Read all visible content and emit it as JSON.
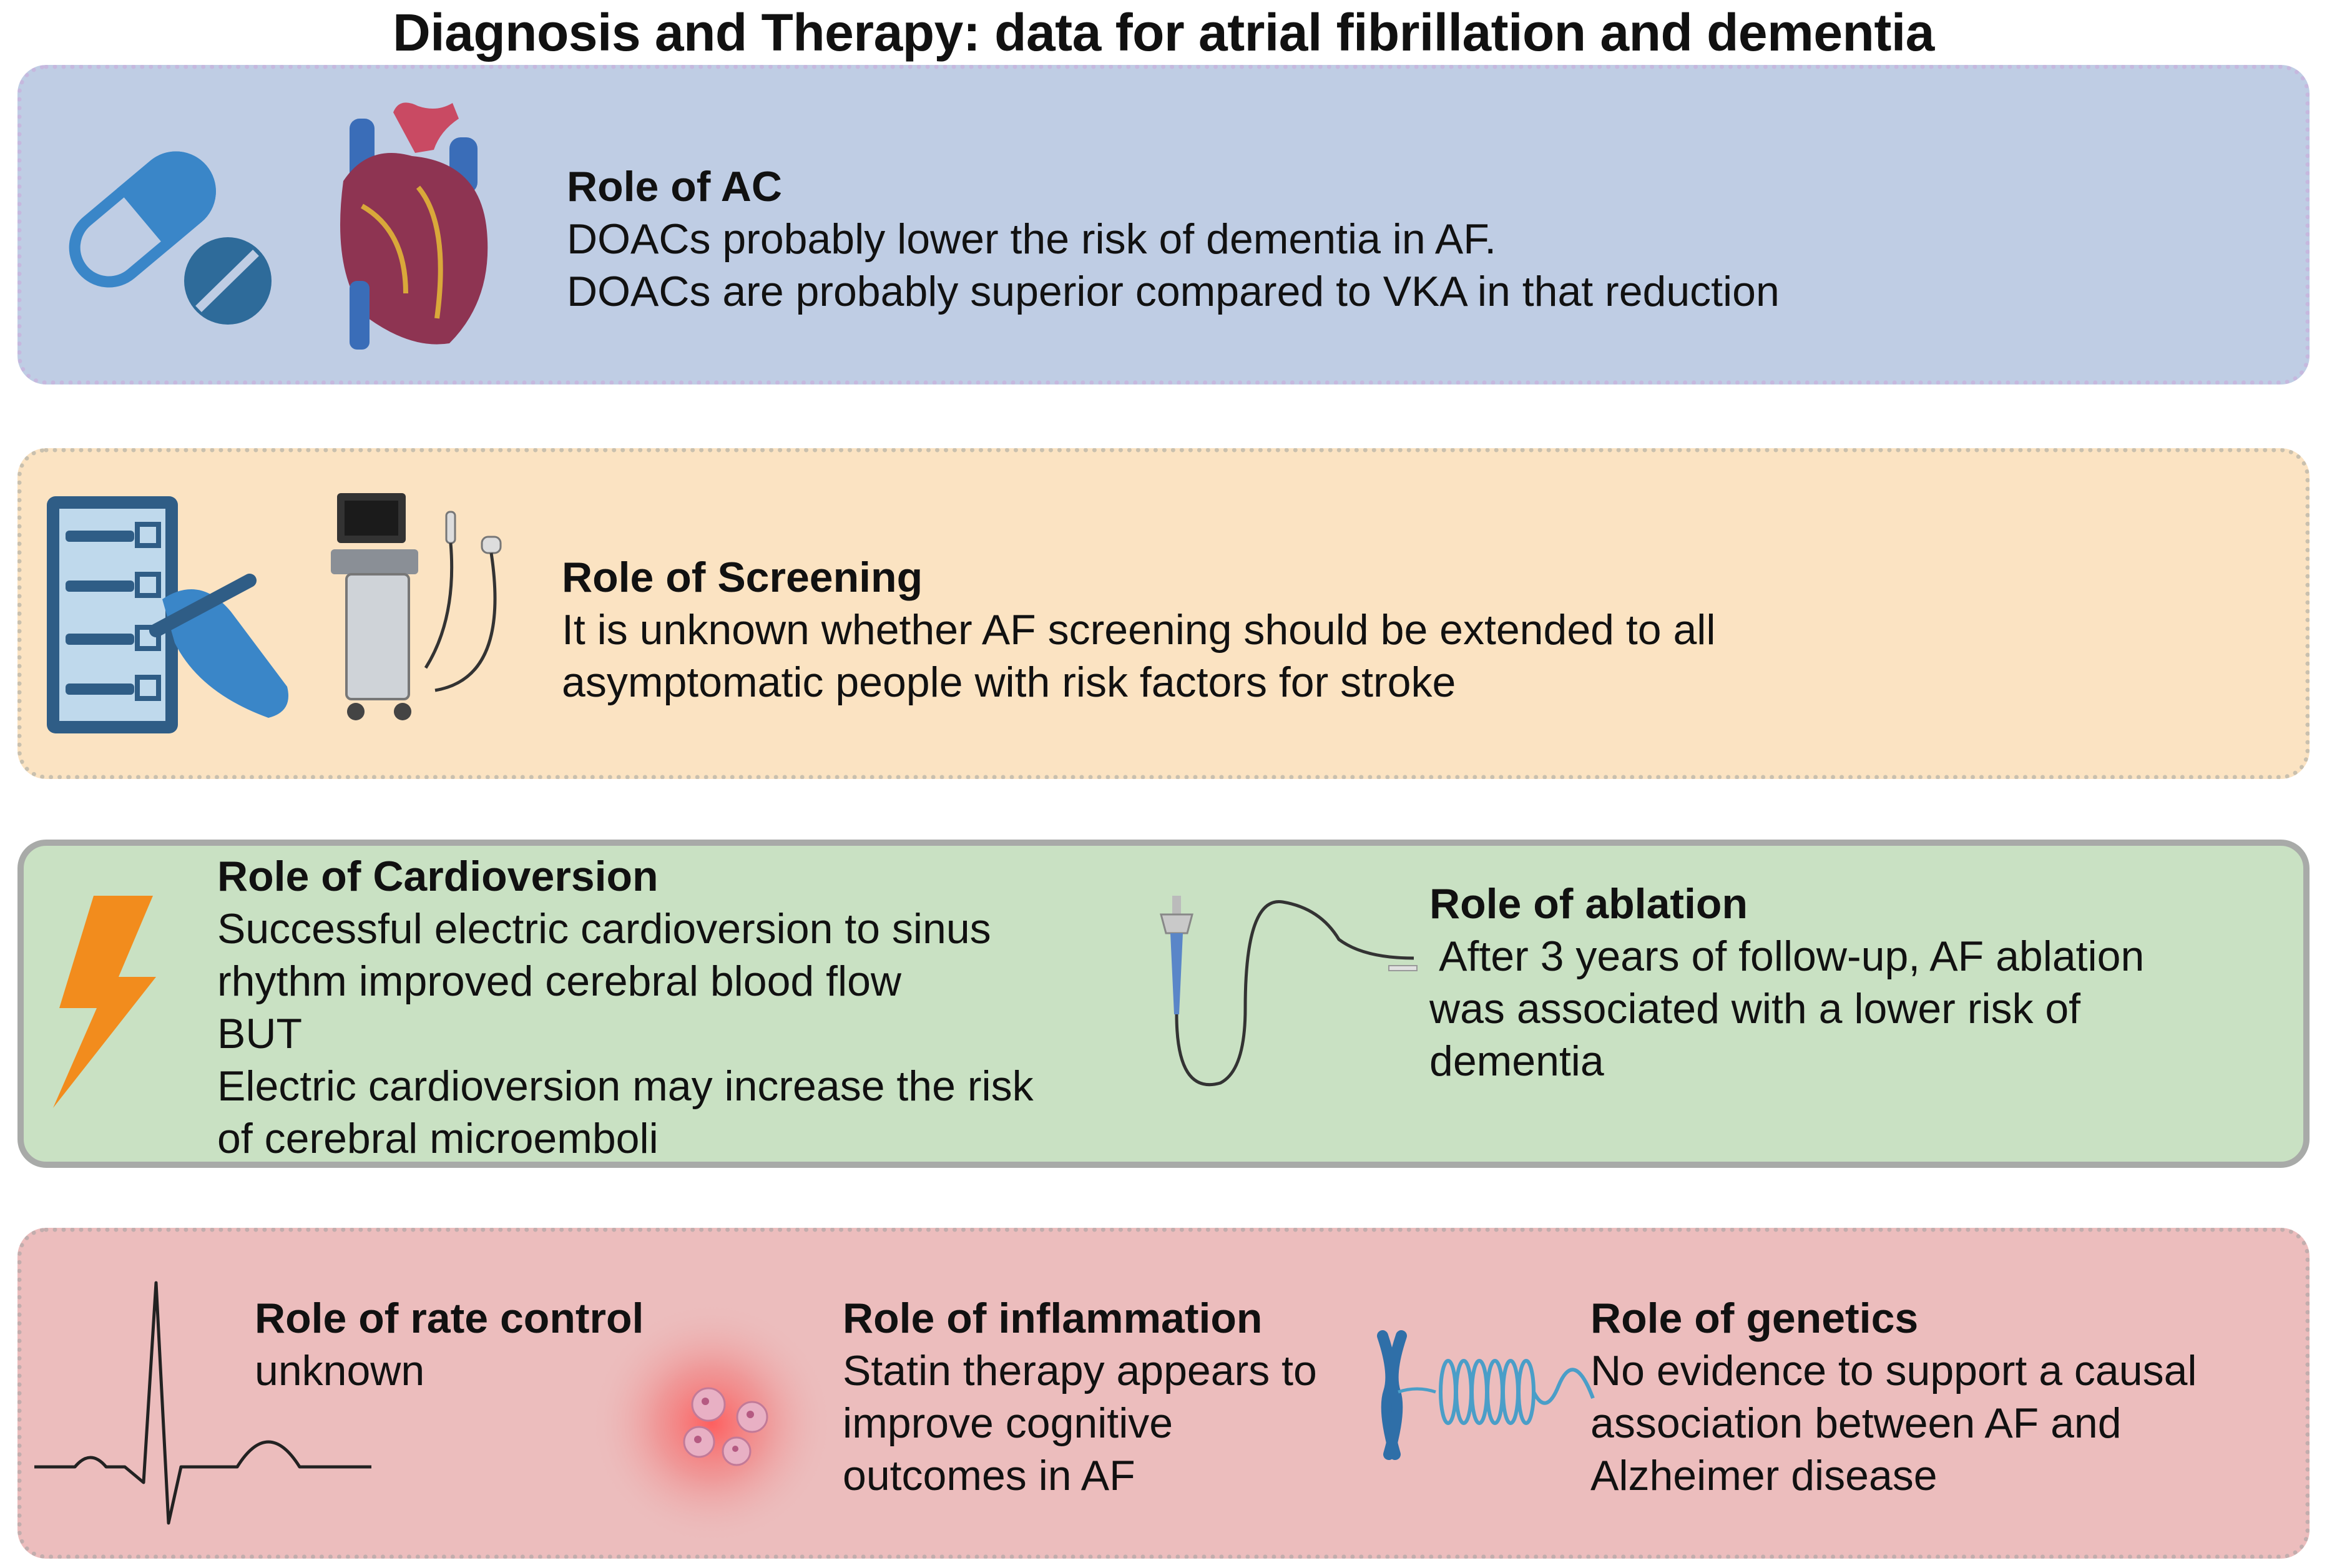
{
  "title": "Diagnosis and Therapy: data for atrial fibrillation and dementia",
  "colors": {
    "panel_ac": "#bfcde4",
    "panel_screening": "#fbe3c2",
    "panel_cardioversion": "#c9e1c3",
    "panel_rate": "#ecbdbd",
    "icon_blue": "#3a86c8",
    "bolt_orange": "#f28c1d"
  },
  "panels": {
    "ac": {
      "heading": "Role of AC",
      "lines": [
        "DOACs probably lower the risk of dementia in AF.",
        "DOACs are probably superior compared to VKA in that reduction"
      ],
      "icons": [
        "pill-icon",
        "heart-icon"
      ]
    },
    "screening": {
      "heading": "Role of Screening",
      "lines": [
        "It is unknown whether AF screening should be extended to all",
        "asymptomatic people with risk factors for stroke"
      ],
      "icons": [
        "checklist-icon",
        "ultrasound-machine-icon"
      ]
    },
    "cardioversion": {
      "heading": "Role of Cardioversion",
      "lines": [
        "Successful electric cardioversion to sinus",
        "rhythm improved cerebral blood flow",
        "BUT",
        "Electric cardioversion may increase the risk",
        "of cerebral microemboli"
      ],
      "icons": [
        "lightning-bolt-icon"
      ]
    },
    "ablation": {
      "heading": "Role of ablation",
      "lines": [
        " After 3 years of follow-up, AF ablation",
        "was associated with a lower risk of",
        "dementia"
      ],
      "icons": [
        "ablation-catheter-icon"
      ]
    },
    "rate_control": {
      "heading": "Role of rate control",
      "lines": [
        "unknown"
      ],
      "icons": [
        "ecg-trace-icon"
      ]
    },
    "inflammation": {
      "heading": "Role of inflammation",
      "lines": [
        "Statin therapy appears to",
        "improve cognitive",
        "outcomes in AF"
      ],
      "icons": [
        "inflamed-cells-icon"
      ]
    },
    "genetics": {
      "heading": "Role of genetics",
      "lines": [
        "No evidence to support a causal",
        "association between AF and",
        "Alzheimer disease"
      ],
      "icons": [
        "chromosome-dna-icon"
      ]
    }
  }
}
